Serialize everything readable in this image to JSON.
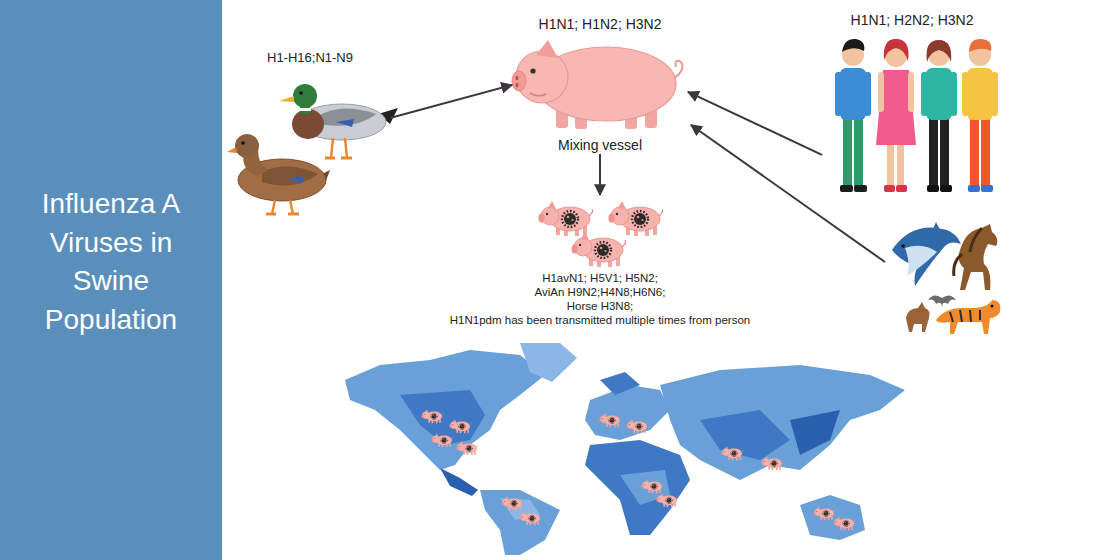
{
  "diagram": {
    "title": "Influenza A Viruses in Swine Population",
    "nodes": [
      {
        "text": [
          "H1-H16;N1-N9"
        ]
      },
      {
        "text": [
          "H1N1; H1N2; H3N2",
          "Mixing vessel"
        ]
      },
      {
        "text": [
          "H1N1; H2N2; H3N2"
        ]
      },
      {
        "text": [
          "H1avN1; H5V1; H5N2;",
          "AviAn H9N2;H4N8;H6N6;",
          "Horse H3N8;",
          "H1N1pdm has been transmitted multiple times from person"
        ]
      }
    ],
    "edges": [
      {
        "from": 0,
        "to": 1,
        "arrow": "to"
      },
      {
        "from": 2,
        "to": 1,
        "arrow": "to"
      },
      {
        "from": 1,
        "to": 3,
        "arrow": "to"
      }
    ]
  }
}
